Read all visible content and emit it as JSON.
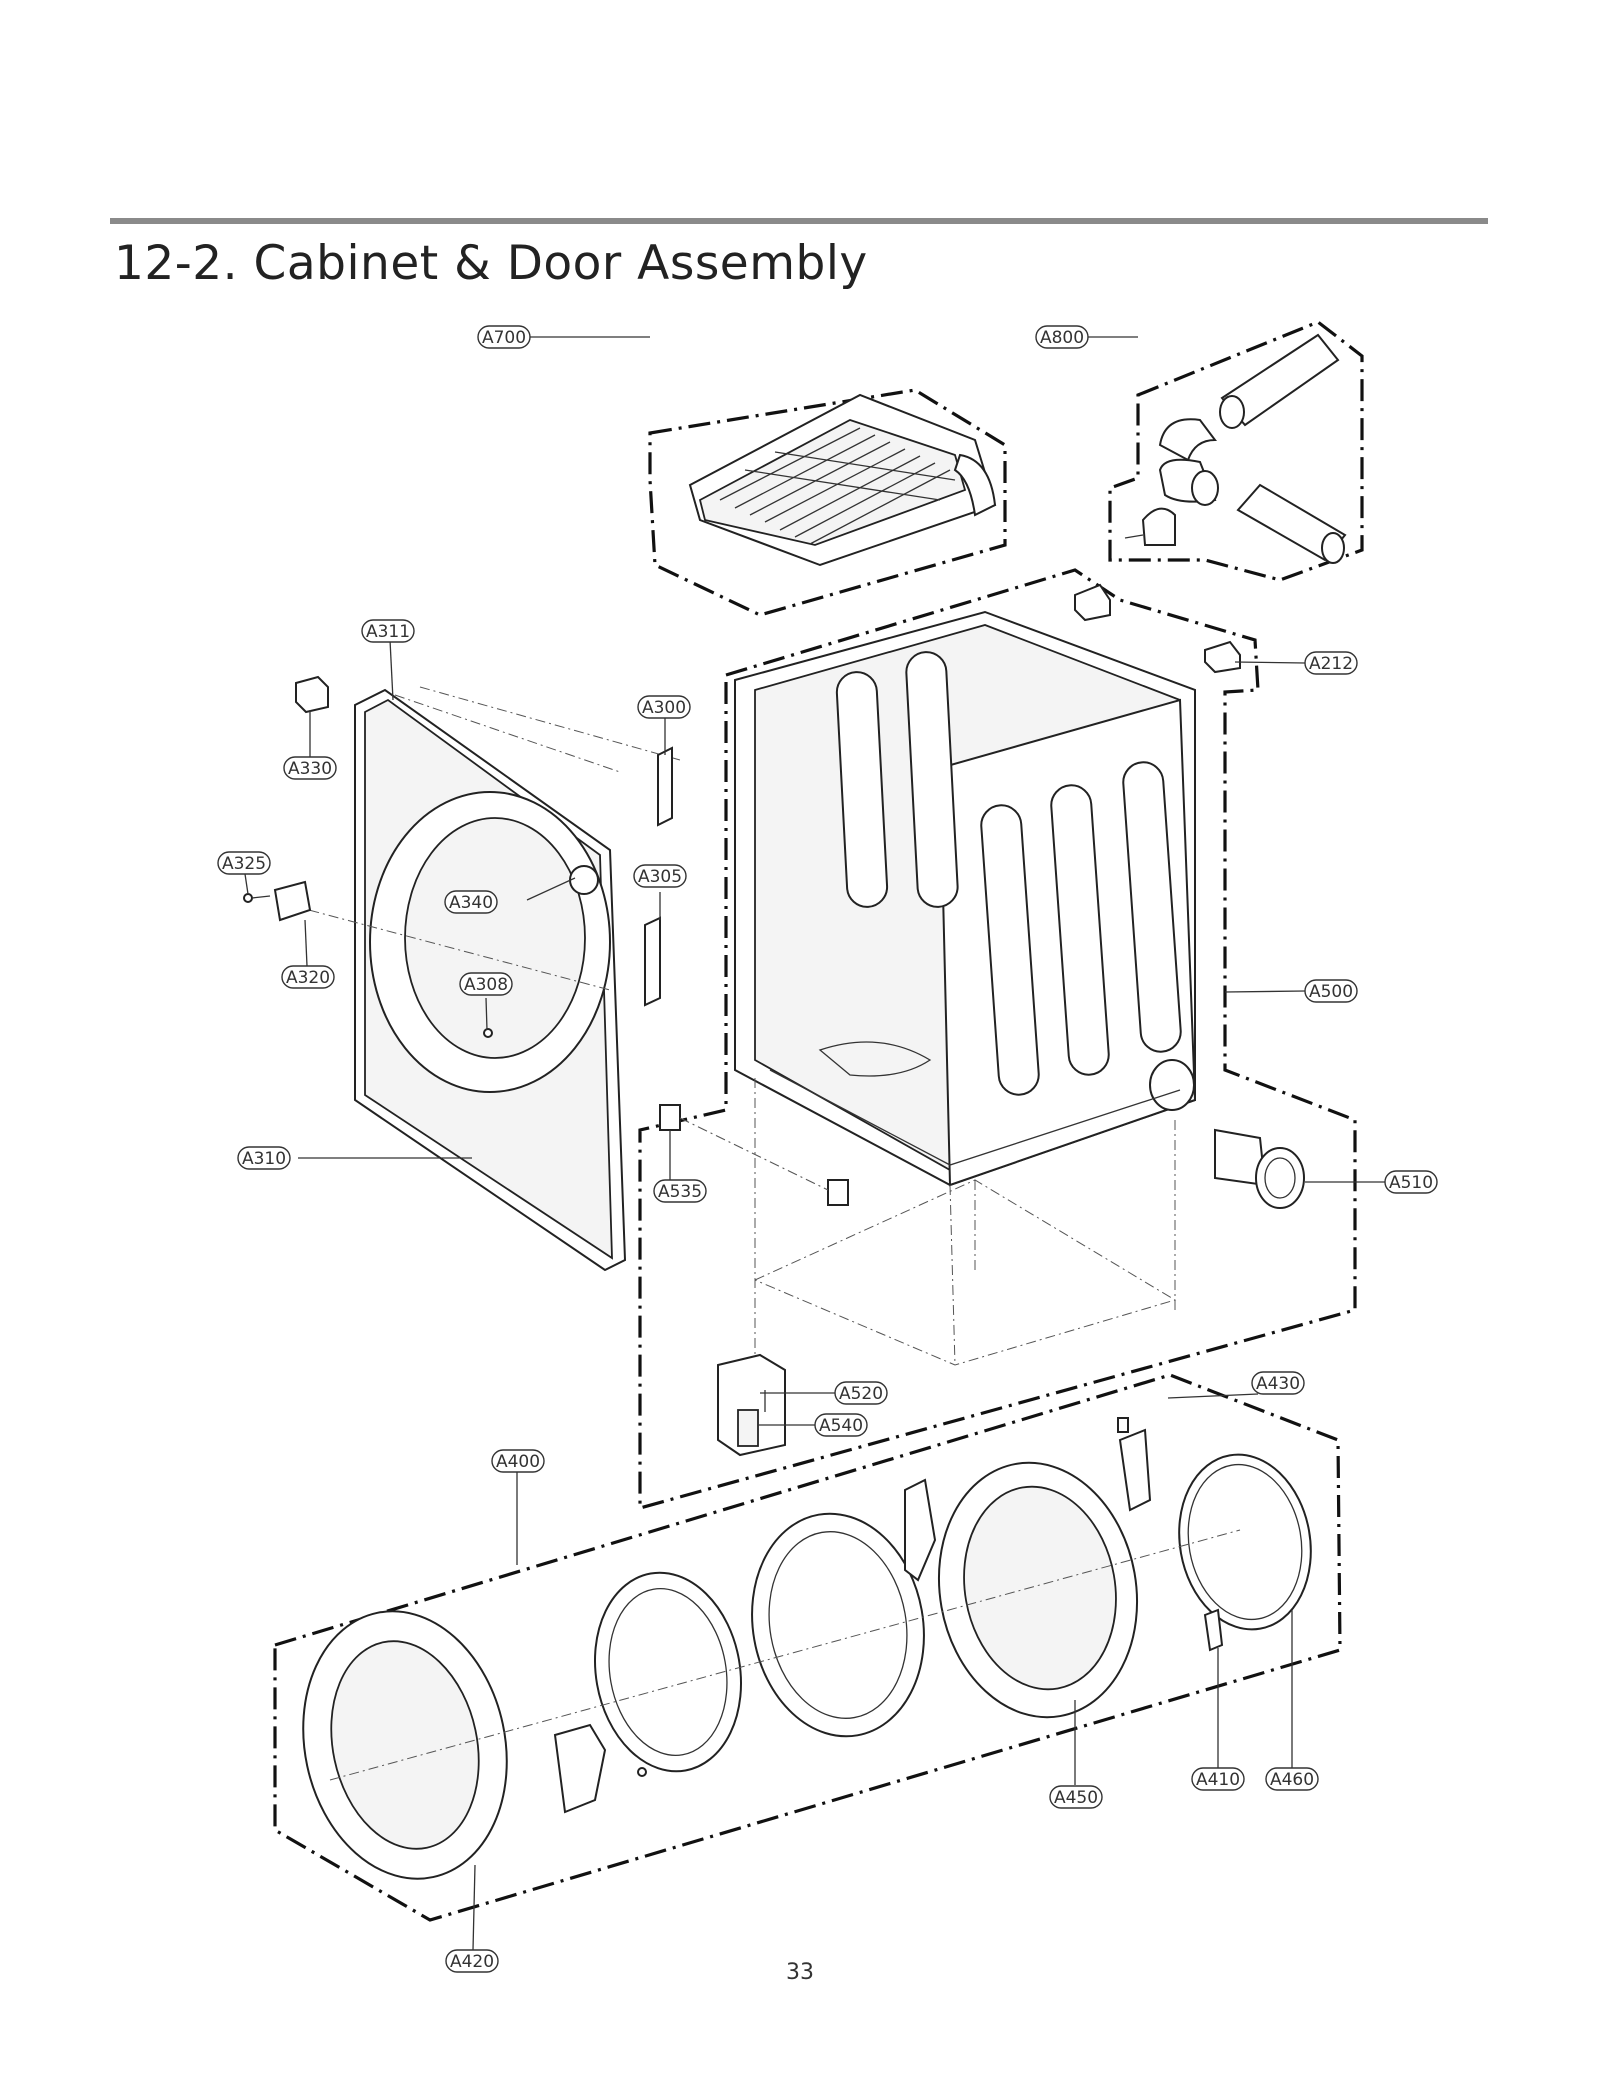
{
  "title": "12-2. Cabinet & Door Assembly",
  "page_number": "33",
  "labels": {
    "a700": "A700",
    "a800": "A800",
    "a311": "A311",
    "a300": "A300",
    "a212": "A212",
    "a330": "A330",
    "a325": "A325",
    "a305": "A305",
    "a340": "A340",
    "a320": "A320",
    "a308": "A308",
    "a500": "A500",
    "a310": "A310",
    "a535": "A535",
    "a510": "A510",
    "a520": "A520",
    "a540": "A540",
    "a430": "A430",
    "a400": "A400",
    "a410": "A410",
    "a460": "A460",
    "a450": "A450",
    "a420": "A420"
  }
}
